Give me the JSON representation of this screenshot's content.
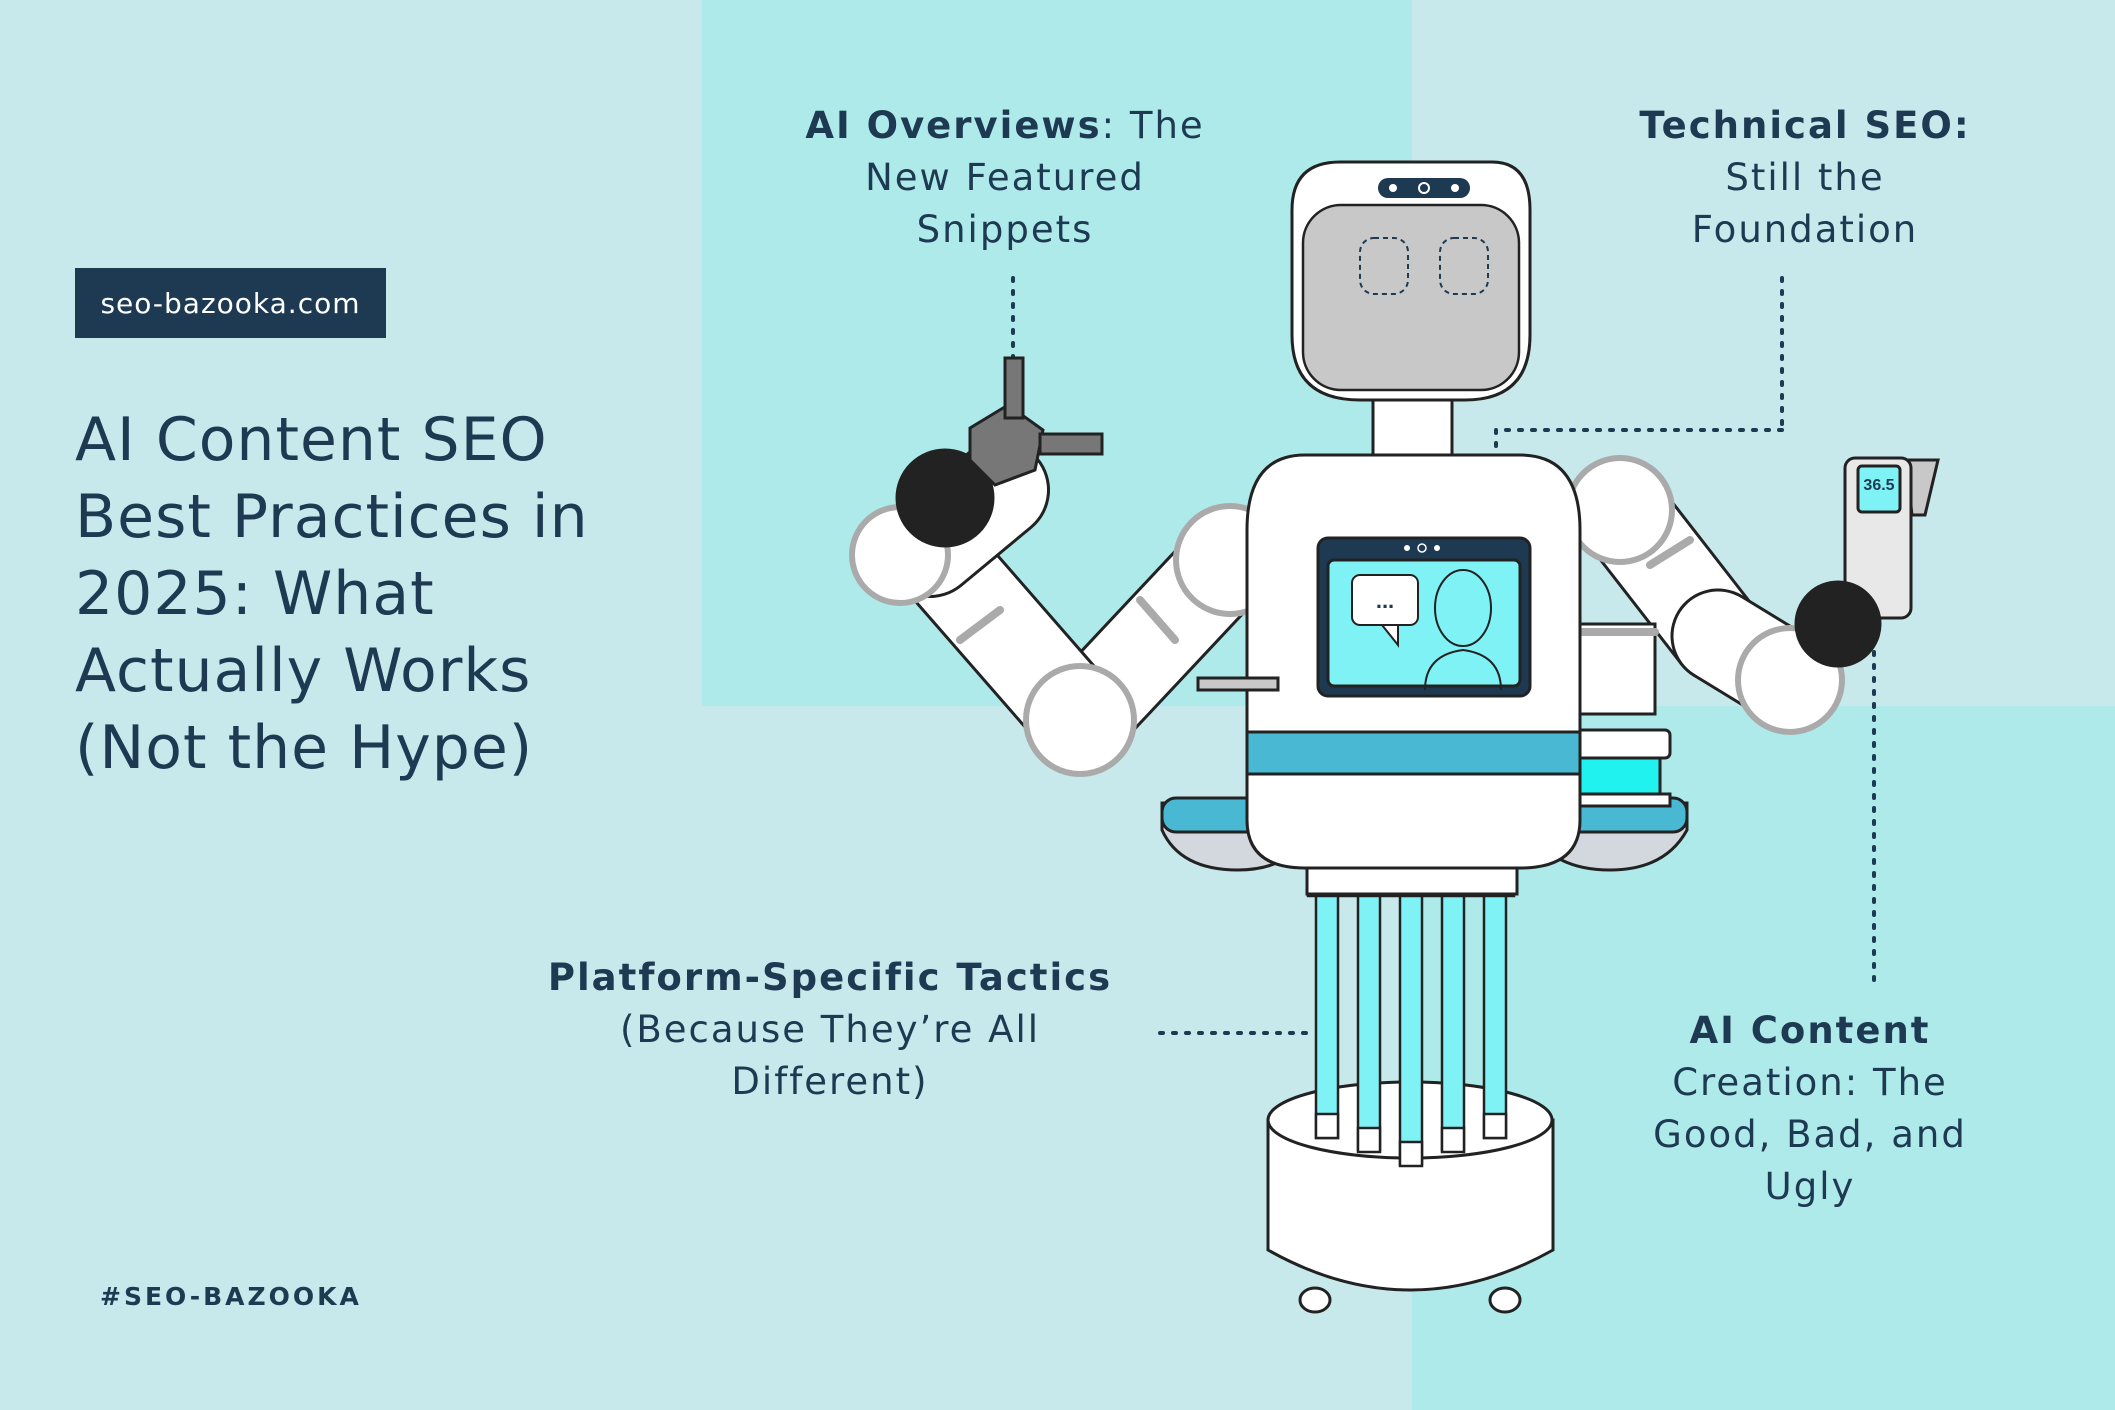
{
  "site": {
    "url_badge": "seo-bazooka.com",
    "hashtag": "#SEO-BAZOOKA"
  },
  "title": {
    "lines": [
      "AI Content SEO",
      "Best Practices in",
      "2025: What",
      "Actually Works",
      "(Not the Hype)"
    ]
  },
  "callouts": {
    "ai_overviews": {
      "bold": "AI Overviews",
      "rest_line1": ": The",
      "lines": [
        "New Featured",
        "Snippets"
      ]
    },
    "technical_seo": {
      "bold": "Technical SEO:",
      "lines": [
        "Still the",
        "Foundation"
      ]
    },
    "platform": {
      "bold": "Platform-Specific Tactics",
      "lines": [
        "(Because They’re All",
        "Different)"
      ]
    },
    "ai_content": {
      "bold": "AI Content",
      "lines": [
        "Creation: The",
        "Good, Bad, and",
        "Ugly"
      ]
    }
  },
  "robot": {
    "thermometer_reading": "36.5",
    "chat_bubble_text": "..."
  },
  "colors": {
    "background": "#c7e9ec",
    "panel": "#aeeaea",
    "navy": "#1e3a52",
    "screen_cyan": "#7ff2f6",
    "stripe_blue": "#49b9d3",
    "bright_cyan": "#1ff2ef",
    "robot_face_gray": "#c8c8c8",
    "outline": "#222222"
  }
}
